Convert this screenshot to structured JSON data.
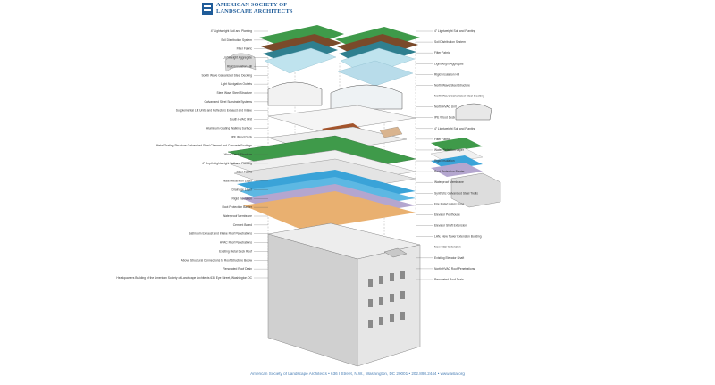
{
  "logo": {
    "line1": "AMERICAN SOCIETY OF",
    "line2": "LANDSCAPE ARCHITECTS"
  },
  "footer": "American Society of Landscape Architects • 636 I Street, N.W., Washington, DC 20001 • 202.898.2444 • www.asla.org",
  "colors": {
    "green": "#3f9a4a",
    "brown": "#7a4a2a",
    "teal": "#2f7f8f",
    "ice": "#bfe3ee",
    "blue": "#3aa3d8",
    "orange": "#e9b070",
    "violet": "#b4a6cf",
    "building": "#e8e8e8"
  },
  "labels_left": [
    "4\" Lightweight Soil and Planting",
    "Soil Distribution System",
    "Filter Fabric",
    "Lightweight Aggregate",
    "Rigid Insulation Hill",
    "South Wave Galvanized Steel Decking",
    "Light Navigation Outlets",
    "Steel Wave Steel Structure",
    "Galvanized Steel Substrate Systems",
    "Supplemental Lift Units and Reflectors Exhaust and Intake",
    "South HVAC Unit",
    "Aluminum Grating Walking Surface",
    "IPE Wood Deck",
    "Metal Grating Structure Galvanized Steel Channel and Concrete Footings",
    "Wood Deck Structure",
    "4\" Depth Lightweight Soil and Planting",
    "Filter Fabric",
    "Water Retention Layer",
    "Drainage Layer",
    "Rigid Insulation",
    "Root Protection Barrier",
    "Waterproof Membrane",
    "Cement Board",
    "Bathroom Exhaust and Intake Roof Penetrations",
    "HVAC Roof Penetrations",
    "Existing Metal Deck Roof",
    "Above Structural Connections to Roof Structure Below",
    "Renovated Roof Drain",
    "Headquarters Building of the American Society of Landscape Architects 636 Eye Street, Washington DC"
  ],
  "labels_right": [
    "4\" Lightweight Soil and Planting",
    "Soil Distribution System",
    "Filter Fabric",
    "Lightweight Aggregate",
    "Rigid Insulation Hill",
    "North Wave Steel Structure",
    "North Wave Galvanized Steel Decking",
    "North HVAC Unit",
    "IPE Wood Deck",
    "4\" Lightweight Soil and Planting",
    "Filter Fabric",
    "Water Retention Layer",
    "Rigid Insulation",
    "Root Protection Barrier",
    "Waterproof Membrane",
    "Synthetic Galvanized Steel Trellis",
    "Fire Rated Glass Door",
    "Elevator Penthouse",
    "Elevator Shaft Extension",
    "LAN, New Tower Extension Building",
    "New Stair Extension",
    "Existing Elevator Shaft",
    "North HVAC Roof Penetrations",
    "Renovated Roof Drain"
  ]
}
